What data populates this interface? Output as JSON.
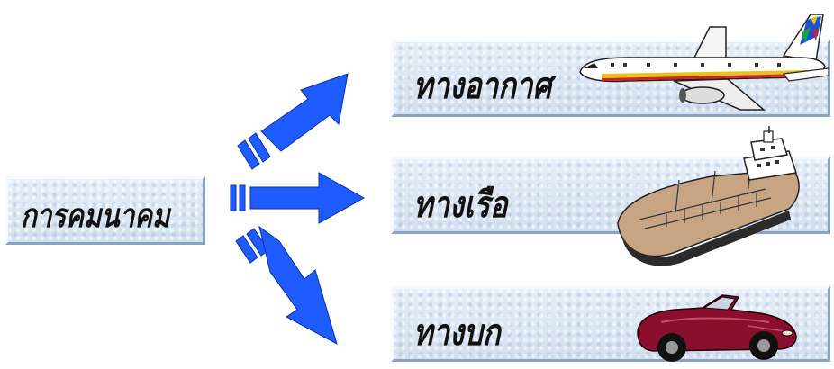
{
  "center_node": {
    "label": "การคมนาคม"
  },
  "branches": [
    {
      "label": "ทางอากาศ",
      "icon": "airplane-icon"
    },
    {
      "label": "ทางเรือ",
      "icon": "ship-icon"
    },
    {
      "label": "ทางบก",
      "icon": "car-icon"
    }
  ],
  "colors": {
    "arrow": "#1f5cff",
    "panel": "#dde7f2",
    "panel_border": "#8aa3c3",
    "text": "#111111"
  }
}
